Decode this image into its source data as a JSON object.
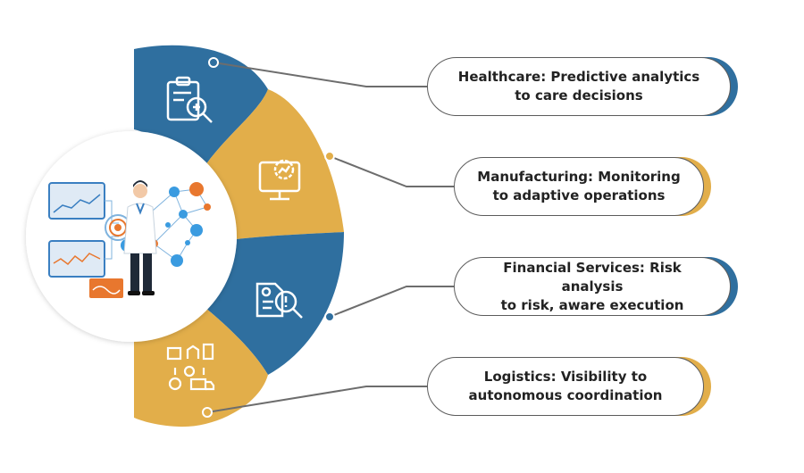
{
  "colors": {
    "blue": "#2f6f9f",
    "gold": "#e2ae4a",
    "connector": "#6d6d6d",
    "text": "#222222"
  },
  "items": [
    {
      "line1": "Healthcare: Predictive analytics",
      "line2": "to care decisions",
      "accent": "blue",
      "icon": "clipboard-search-icon"
    },
    {
      "line1": "Manufacturing: Monitoring",
      "line2": "to adaptive operations",
      "accent": "gold",
      "icon": "monitor-gear-icon"
    },
    {
      "line1": "Financial Services: Risk analysis",
      "line2": "to risk, aware execution",
      "accent": "blue",
      "icon": "document-risk-search-icon"
    },
    {
      "line1": "Logistics: Visibility to",
      "line2": "autonomous coordination",
      "accent": "gold",
      "icon": "logistics-network-icon"
    }
  ],
  "center_illustration": "data-scientist-network-illustration"
}
